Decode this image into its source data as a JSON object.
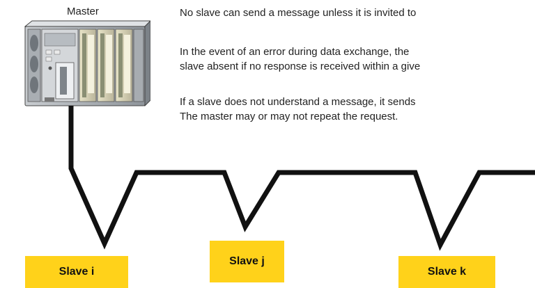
{
  "master": {
    "label": "Master"
  },
  "text": {
    "line1": "No slave can send a message unless it is invited to",
    "line2a": "In the event of an error during data exchange, the",
    "line2b": "slave absent if no response is received within a give",
    "line3a": "If a slave does not understand a message, it sends",
    "line3b": "The master may or may not repeat the request."
  },
  "slaves": [
    {
      "label": "Slave i"
    },
    {
      "label": "Slave j"
    },
    {
      "label": "Slave k"
    }
  ],
  "colors": {
    "slave_fill": "#ffd21a",
    "bus_line": "#111111",
    "text": "#222222"
  },
  "icons": {
    "master": "plc-controller-icon"
  }
}
